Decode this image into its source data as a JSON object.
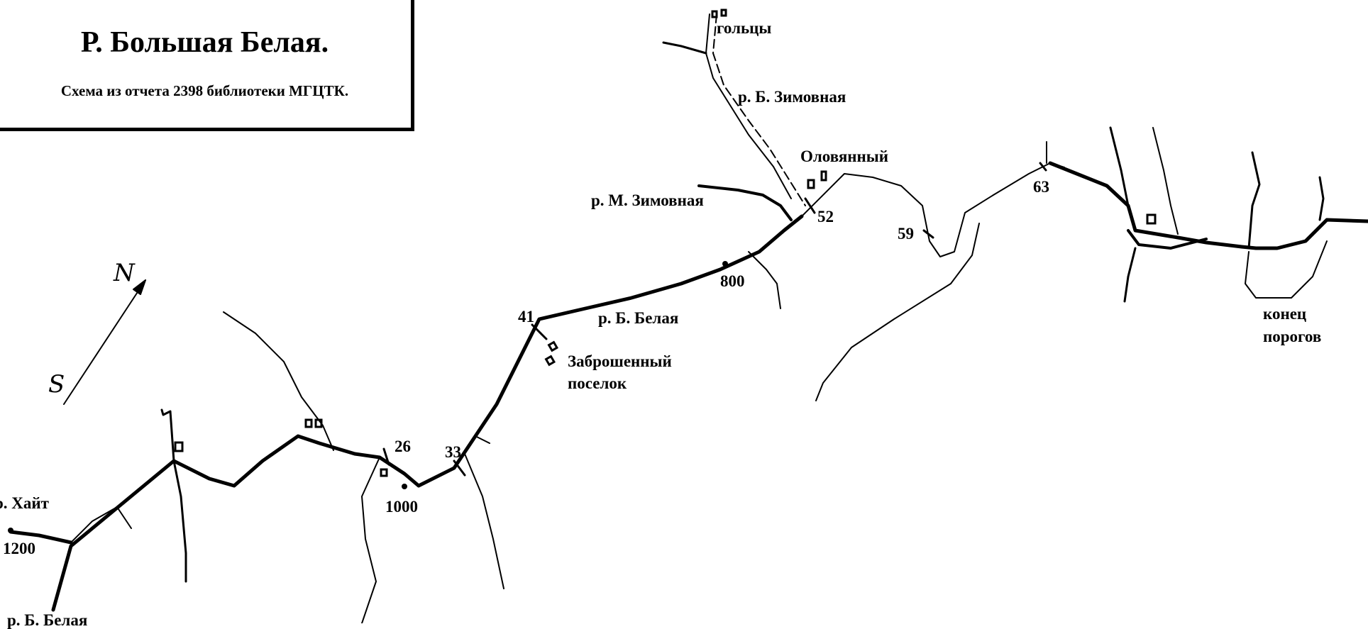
{
  "title": "Р. Большая Белая.",
  "subtitle": "Схема из отчета 2398 библиотеки МГЦТК.",
  "compass": {
    "north": "N",
    "south": "S"
  },
  "rivers": {
    "khait": "р. Хайт",
    "b_belaya_bottom": "р. Б. Белая",
    "b_belaya_mid": "р. Б. Белая",
    "m_zimovnaya": "р. М. Зимовная",
    "b_zimovnaya": "р. Б. Зимовная"
  },
  "places": {
    "goltsy": "гольцы",
    "olovyanny": "Оловянный",
    "abandoned_1": "Заброшенный",
    "abandoned_2": "поселок",
    "end_1": "конец",
    "end_2": "порогов"
  },
  "elevations": {
    "e1200": "1200",
    "e1000": "1000",
    "e800": "800"
  },
  "km_markers": {
    "k26": "26",
    "k33": "33",
    "k41": "41",
    "k52": "52",
    "k59": "59",
    "k63": "63"
  },
  "colors": {
    "ink": "#000000",
    "paper": "#ffffff"
  }
}
